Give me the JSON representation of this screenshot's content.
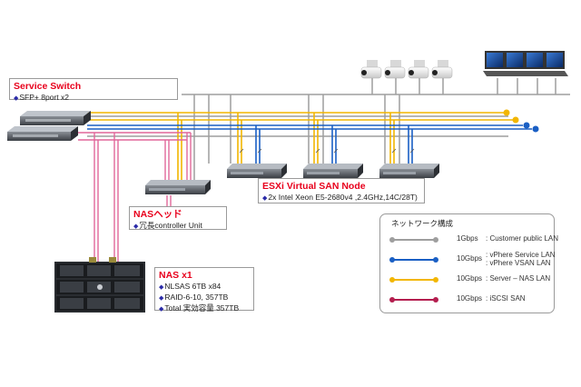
{
  "service_switch": {
    "title": "Service Switch",
    "lines": [
      "SFP+ 8port x2"
    ]
  },
  "esxi": {
    "title": "ESXi Virtual SAN Node",
    "lines": [
      "2x Intel Xeon E5-2680v4 ,2.4GHz,14C/28T)"
    ]
  },
  "nas_head": {
    "title": "NASヘッド",
    "lines": [
      "冗長controller Unit"
    ]
  },
  "nas": {
    "title": "NAS x1",
    "lines": [
      "NLSAS 6TB x84",
      "RAID-6-10, 357TB",
      "Total 実効容量  357TB"
    ]
  },
  "legend": {
    "title": "ネットワーク構成",
    "rows": [
      {
        "speed": "1Gbps",
        "desc": ": Customer public LAN",
        "desc2": "",
        "color": "#9e9e9e"
      },
      {
        "speed": "10Gbps",
        "desc": ": vPhere Service LAN",
        "desc2": ": vPhere VSAN LAN",
        "color": "#1a5fc4"
      },
      {
        "speed": "10Gbps",
        "desc": ": Server – NAS   LAN",
        "desc2": "",
        "color": "#f2b600"
      },
      {
        "speed": "10Gbps",
        "desc": ": iSCSI  SAN",
        "desc2": "",
        "color": "#b41e4f"
      }
    ]
  },
  "colors": {
    "public": "#9e9e9e",
    "vsphere": "#1a5fc4",
    "nas_lan": "#f2b600",
    "iscsi": "#e0679a",
    "iscsi_legend": "#b41e4f",
    "accent": "#e8001c"
  },
  "icons": [
    "network-switch-icon",
    "cctv-camera-icon",
    "laptop-icon",
    "rack-server-icon",
    "storage-array-icon"
  ]
}
